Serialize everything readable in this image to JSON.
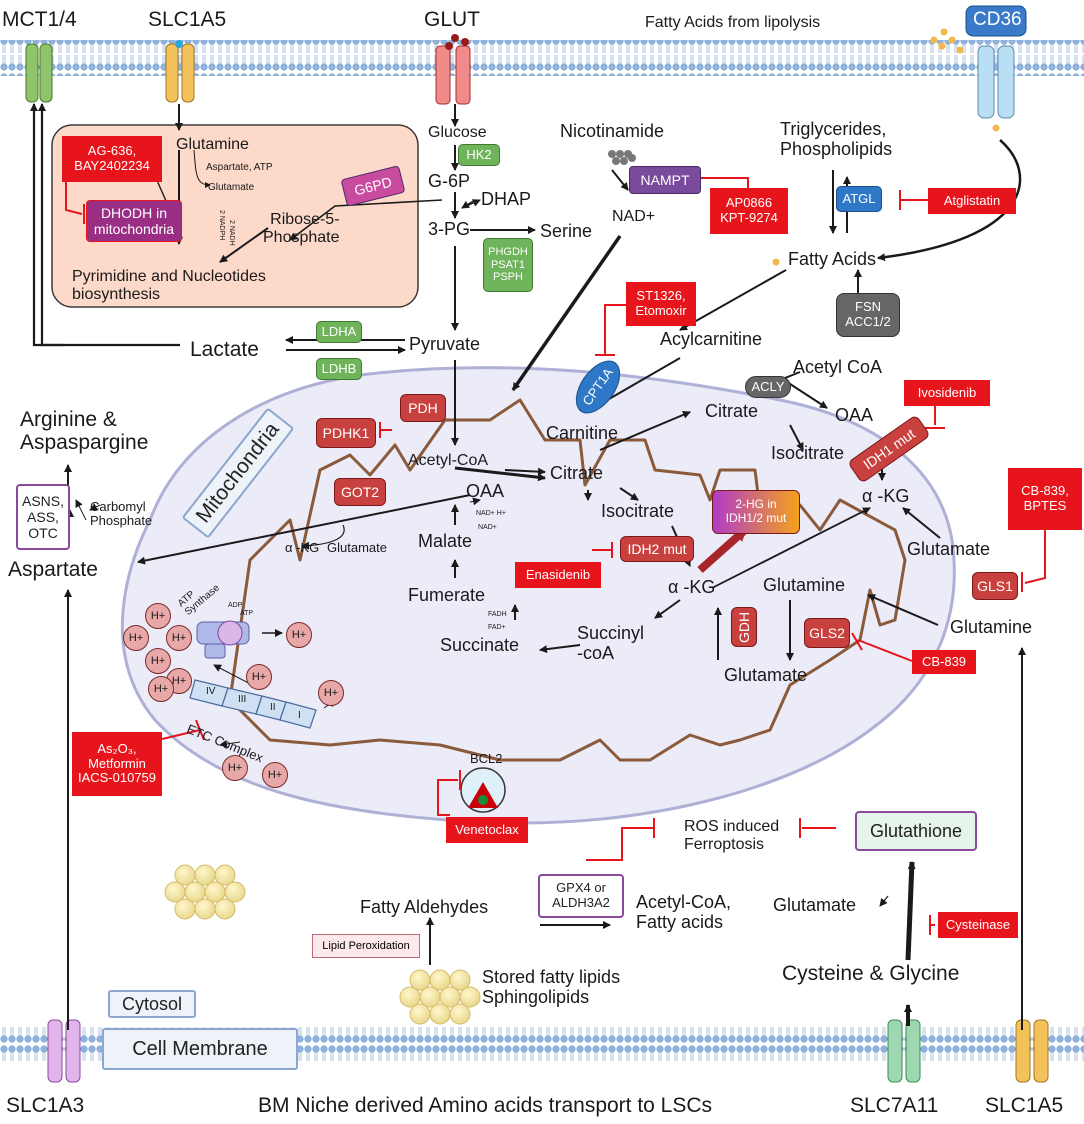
{
  "transporters": {
    "mct14": "MCT1/4",
    "slc1a5_top": "SLC1A5",
    "glut": "GLUT",
    "cd36": "CD36",
    "slc1a3": "SLC1A3",
    "slc7a11": "SLC7A11",
    "slc1a5_bottom": "SLC1A5"
  },
  "footer": "BM Niche derived Amino acids transport to LSCs",
  "fatty_acids_lipolysis": "Fatty Acids from lipolysis",
  "nucleotide_box": {
    "glutamine": "Glutamine",
    "aspartate_atp": "Aspartate, ATP",
    "glutamate": "Glutamate",
    "ribose5": "Ribose-5-\nPhosphate",
    "nadph": "2 NADPH",
    "nadh": "2 NADH",
    "pyrimidine": "Pyrimidine and Nucleotides\nbiosynthesis"
  },
  "glycolysis": {
    "glucose": "Glucose",
    "g6p": "G-6P",
    "dhap": "DHAP",
    "pg3": "3-PG",
    "serine": "Serine",
    "pyruvate": "Pyruvate",
    "lactate": "Lactate"
  },
  "nad": {
    "nicotinamide": "Nicotinamide",
    "nad_plus": "NAD+"
  },
  "lipids": {
    "triglycerides": "Triglycerides,\nPhospholipids",
    "fatty_acids": "Fatty Acids",
    "acylcarnitine": "Acylcarnitine",
    "acetyl_coa_cyto": "Acetyl CoA",
    "citrate_cyto": "Citrate",
    "oaa_cyto": "OAA",
    "isocitrate_cyto": "Isocitrate",
    "akg_cyto": "α -KG",
    "glutamate_cyto": "Glutamate",
    "glutamine_cyto": "Glutamine",
    "carnitine": "Carnitine"
  },
  "amino": {
    "arginine": "Arginine  &\nAspaspargine",
    "carbomyl": "Carbomyl\nPhosphate",
    "aspartate": "Aspartate"
  },
  "mito": {
    "label": "Mitochondria",
    "acetyl_coa": "Acetyl-CoA",
    "citrate": "Citrate",
    "oaa": "OAA",
    "isocitrate": "Isocitrate",
    "malate": "Malate",
    "nadh_h": "NAD+ H+",
    "nad_plus": "NAD+",
    "akg_glu_a": "α -KG",
    "akg_glu_b": "Glutamate",
    "fumerate": "Fumerate",
    "fadh": "FADH",
    "fad": "FAD+",
    "succinate": "Succinate",
    "succinyl": "Succinyl\n-coA",
    "akg": "α -KG",
    "glutamine": "Glutamine",
    "glutamate": "Glutamate",
    "atp_synthase": "ATP\nSynthase",
    "adp": "ADP",
    "atp": "ATP",
    "etc": "ETC Complex",
    "hplus": "H+",
    "complexes": [
      "IV",
      "III",
      "II",
      "I"
    ]
  },
  "enzymes": {
    "hk2": "HK2",
    "g6pd": "G6PD",
    "phgdh": "PHGDH\nPSAT1\nPSPH",
    "ldha": "LDHA",
    "ldhb": "LDHB",
    "nampt": "NAMPT",
    "atgl": "ATGL",
    "fsn": "FSN\nACC1/2",
    "acly": "ACLY",
    "cpt1a": "CPT1A",
    "dhodh": "DHODH in\nmitochondria",
    "pdhk1": "PDHK1",
    "pdh": "PDH",
    "got2": "GOT2",
    "idh1mut": "IDH1 mut",
    "idh2mut": "IDH2 mut",
    "twohg": "2-HG in\nIDH1/2 mut",
    "gdh": "GDH",
    "gls1": "GLS1",
    "gls2": "GLS2",
    "asns": "ASNS,\nASS,\nOTC",
    "gpx4": "GPX4 or\nALDH3A2",
    "glutathione": "Glutathione",
    "bcl2": "BCL2"
  },
  "inhibitors": {
    "ag636": "AG-636,\nBAY2402234",
    "ap0866": "AP0866\nKPT-9274",
    "atglistatin": "Atglistatin",
    "st1326": "ST1326,\nEtomoxir",
    "ivosidenib": "Ivosidenib",
    "cb839_bptes": "CB-839,\nBPTES",
    "enasidenib": "Enasidenib",
    "cb839": "CB-839",
    "as2o3": "As₂O₃,\nMetformin\nIACS-010759",
    "venetoclax": "Venetoclax",
    "cysteinase": "Cysteinase"
  },
  "lower": {
    "ros": "ROS induced\nFerroptosis",
    "glutamate": "Glutamate",
    "fatty_aldehydes": "Fatty Aldehydes",
    "lipid_perox": "Lipid Peroxidation",
    "acetyl_fatty": "Acetyl-CoA,\nFatty acids",
    "stored_lipids": "Stored fatty lipids\nSphingolipids",
    "cys_gly": "Cysteine & Glycine"
  },
  "compartments": {
    "cytosol": "Cytosol",
    "cell_membrane": "Cell Membrane"
  },
  "colors": {
    "inhibitor": "#e8141b",
    "enzyme_red": "#c9413f",
    "enzyme_green": "#6fb35a",
    "mito_fill": "#ecebf8",
    "mito_inner": "#8a5a3a",
    "membrane": "#a9c4e4"
  }
}
